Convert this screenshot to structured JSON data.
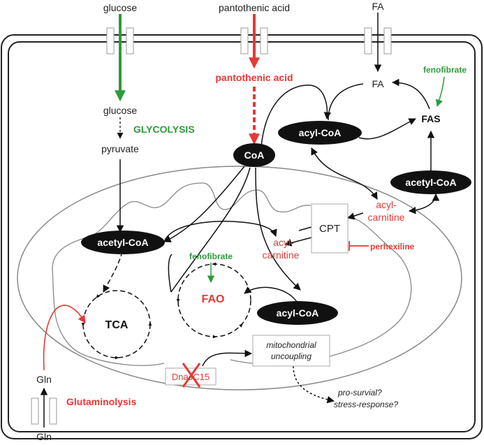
{
  "colors": {
    "red": "#e53935",
    "green": "#2e9b3a",
    "black": "#111111",
    "pill": "#111111",
    "gray": "#8a8a8a"
  },
  "inputs": {
    "glucose_top": "glucose",
    "pantothenic_top": "pantothenic acid",
    "fa_top": "FA",
    "gln_bottom": "Gln"
  },
  "cytosol": {
    "pantothenic_acid": "pantothenic acid",
    "glucose": "glucose",
    "glycolysis": "GLYCOLYSIS",
    "pyruvate": "pyruvate",
    "coa": "CoA",
    "acyl_coa": "acyl-CoA",
    "fa": "FA",
    "fenofibrate": "fenofibrate",
    "fas": "FAS",
    "acetyl_coa": "acetyl-CoA",
    "acyl_carnitine_line1": "acyl-",
    "acyl_carnitine_line2": "carnitine",
    "gln": "Gln",
    "glutaminolysis": "Glutaminolysis"
  },
  "mitochondrion": {
    "cpt": "CPT",
    "perhexiline": "perhexiline",
    "acetyl_coa": "acetyl-CoA",
    "acyl_carnitine_line1": "acyl-",
    "acyl_carnitine_line2": "carnitine",
    "fenofibrate": "fenofibrate",
    "fao": "FAO",
    "tca": "TCA",
    "acyl_coa": "acyl-CoA",
    "uncoupling_line1": "mitochondrial",
    "uncoupling_line2": "uncoupling",
    "dnajc15": "DnaJC15"
  },
  "outcomes": {
    "line1": "pro-survial?",
    "line2": "stress-response?"
  }
}
